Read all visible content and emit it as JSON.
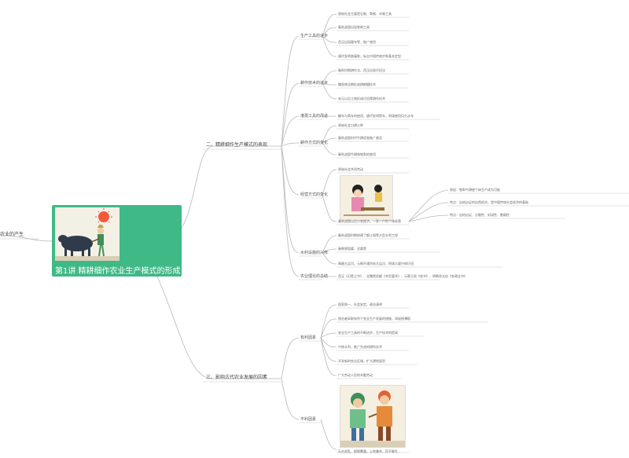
{
  "central": {
    "title": "第1讲 精耕细作农业生产模式的形成"
  },
  "left": {
    "label": "农业的产生"
  },
  "branches": {
    "b2": "二、精耕细作生产模式的表现",
    "b3": "三、影响古代农业发展的因素"
  },
  "b2": {
    "s1": "生产工具的进步",
    "s1_leaves": [
      "原始社会主要是石制、骨制、木制工具",
      "春秋战国出现铁制工具",
      "西汉出现耧车等，推广使用",
      "唐代发明曲辕犁，标志中国传统步犁基本定型"
    ],
    "s2": "耕作技术的进步",
    "s2_leaves": [
      "春秋时期耕作法，西汉出现代田法",
      "魏晋南北朝形成耕耙耱技术",
      "宋元以后江南形成圩田等耕作技术"
    ],
    "s3": "灌溉工具的改进",
    "s3_leaf": "翻车与筒车的使用，唐代发明筒车，明清使用风力水车",
    "s4": "耕作方式的变化",
    "s4_leaves": [
      "原始社会刀耕火种",
      "春秋战国时代牛耕逐渐推广普及",
      "春秋战国牛耕和铁犁的使用"
    ],
    "s5": "经营方式的变化",
    "s5_leaves": [
      "原始社会共同劳动",
      "春秋战国以后小农经济，一家一户的个体经营"
    ],
    "s5_right": [
      "原因：铁犁牛耕使个体生产成为可能",
      "特点：自给自足的自然经济，是中国传统社会经济的基础",
      "特点：自给自足、分散性、封闭性、脆弱性"
    ],
    "s6": "水利设施的兴修",
    "s6_leaves": [
      "春秋战国时期修建了都江堰等大型水利工程",
      "秦朝郑国渠、灵渠等",
      "隋唐大运河，元朝开通京杭大运河，明清大量兴修圩田"
    ],
    "s7": "农业理论的总结",
    "s7_leaf": "西汉《氾胜之书》、北魏贾思勰《齐民要术》、元朝王祯《农书》、明朝徐光启《农政全书》"
  },
  "b3": {
    "s1": "有利因素",
    "s1_leaves": [
      "国家统一，社会安定，政治清明",
      "统治者采取有利于农业生产发展的措施，如轻徭薄赋",
      "农业生产工具的不断进步，生产技术的提高",
      "兴修水利，推广先进的耕作技术",
      "开发新的农业区域，扩大耕地面积",
      "广大劳动人民的辛勤劳动"
    ],
    "s2": "不利因素",
    "s2_leaf": "天灾战乱，赋税繁重，土地兼并，民不聊生"
  }
}
